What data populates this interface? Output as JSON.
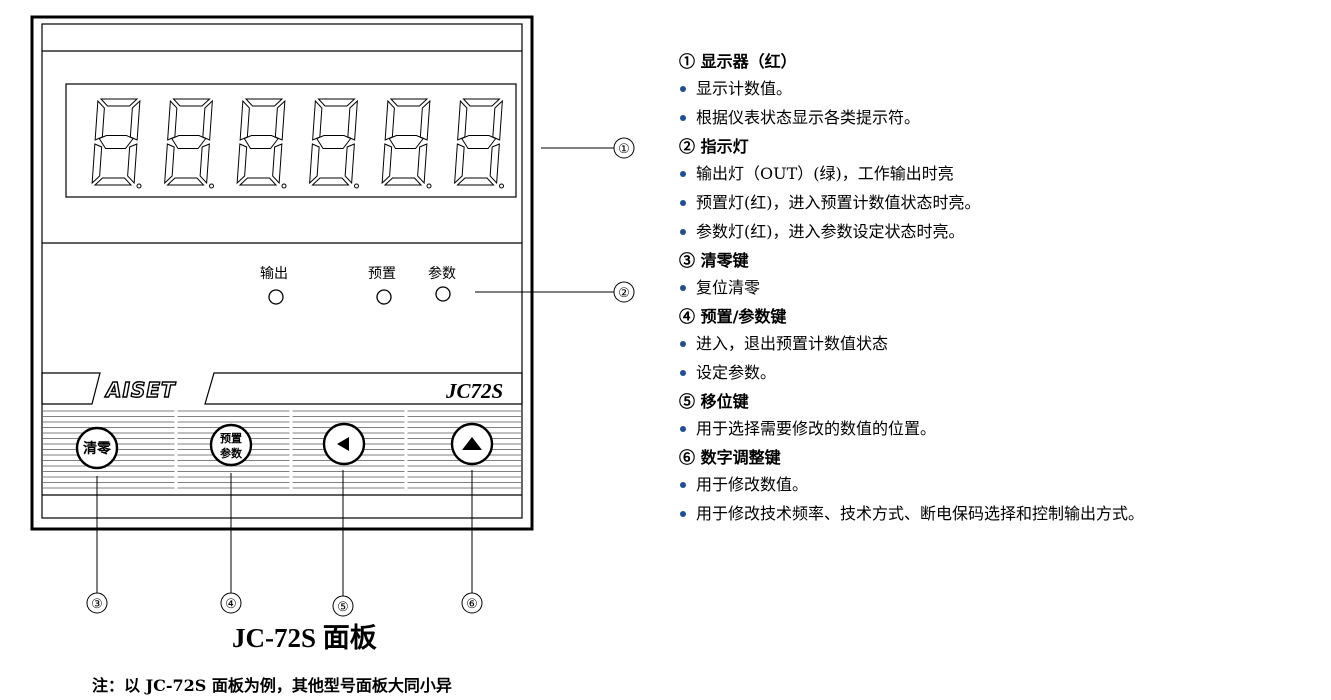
{
  "panel": {
    "model_label": "JC72S",
    "brand": "AISET",
    "display_digit_count": 6,
    "indicators": [
      {
        "label": "输出"
      },
      {
        "label": "预置"
      },
      {
        "label": "参数"
      }
    ],
    "buttons": [
      {
        "label_lines": [
          "清零"
        ],
        "icon": "text-key"
      },
      {
        "label_lines": [
          "预置",
          "参数"
        ],
        "icon": "text-key"
      },
      {
        "label_lines": [],
        "icon": "left-triangle-icon"
      },
      {
        "label_lines": [],
        "icon": "up-triangle-icon"
      }
    ],
    "callouts": [
      "①",
      "②",
      "③",
      "④",
      "⑤",
      "⑥"
    ]
  },
  "caption": "JC-72S 面板",
  "note": "注：以 JC-72S 面板为例，其他型号面板大同小异",
  "legend": [
    {
      "heading": "① 显示器（红）",
      "items": [
        "显示计数值。",
        "根据仪表状态显示各类提示符。"
      ]
    },
    {
      "heading": "② 指示灯",
      "items": [
        "输出灯（OUT）(绿)，工作输出时亮",
        "预置灯(红)，进入预置计数值状态时亮。",
        "参数灯(红)，进入参数设定状态时亮。"
      ]
    },
    {
      "heading": "③ 清零键",
      "items": [
        "复位清零"
      ]
    },
    {
      "heading": "④ 预置/参数键",
      "items": [
        "进入，退出预置计数值状态",
        "设定参数。"
      ]
    },
    {
      "heading": "⑤ 移位键",
      "items": [
        "用于选择需要修改的数值的位置。"
      ]
    },
    {
      "heading": "⑥ 数字调整键",
      "items": [
        "用于修改数值。",
        "用于修改技术频率、技术方式、断电保码选择和控制输出方式。"
      ]
    }
  ]
}
